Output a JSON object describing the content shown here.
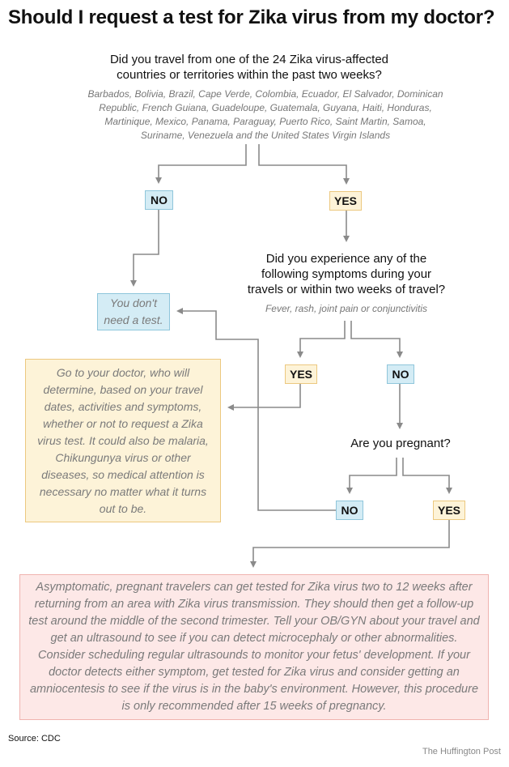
{
  "title": "Should I request a test for Zika virus from my doctor?",
  "q1": {
    "line1": "Did you travel from one of the 24 Zika virus-affected",
    "line2": "countries or territories within the past two weeks?",
    "countries": [
      "Barbados, Bolivia, Brazil, Cape Verde, Colombia, Ecuador, El Salvador, Dominican",
      "Republic, French Guiana, Guadeloupe, Guatemala, Guyana, Haiti, Honduras,",
      "Martinique, Mexico, Panama, Paraguay, Puerto Rico, Saint Martin, Samoa,",
      "Suriname, Venezuela and the United States Virgin Islands"
    ]
  },
  "q2": {
    "lines": [
      "Did you experience any of the",
      "following symptoms during your",
      "travels or within two weeks of travel?"
    ],
    "symptoms": "Fever, rash, joint pain or conjunctivitis"
  },
  "q3": {
    "text": "Are you pregnant?"
  },
  "labels": {
    "no": "NO",
    "yes": "YES"
  },
  "outcomes": {
    "no_test": [
      "You don't",
      "need a test."
    ],
    "see_doctor": "Go to your doctor, who will determine, based on your travel dates, activities and symptoms, whether or not to request a Zika virus test. It could also be malaria, Chikungunya virus or other diseases, so medical attention is necessary no matter what it turns out to be.",
    "pregnant": "Asymptomatic, pregnant travelers can get tested for Zika virus two to 12 weeks after returning from an area with Zika virus transmission. They should then get a follow-up test around the middle of the second trimester. Tell your OB/GYN about your travel  and get an ultrasound to see if you can detect microcephaly or other abnormalities. Consider scheduling regular ultrasounds to monitor your fetus' development. If your doctor detects either symptom, get tested for Zika virus and consider getting an amniocentesis to see if the virus is in the baby's environment. However, this procedure is only recommended after 15 weeks of pregnancy."
  },
  "footer": {
    "source": "Source: CDC",
    "credit": "The Huffington Post"
  },
  "colors": {
    "no_fill": "#d4ecf5",
    "yes_fill": "#fdf3d8",
    "red_fill": "#fde8e7",
    "connector": "#8a8a8a"
  }
}
